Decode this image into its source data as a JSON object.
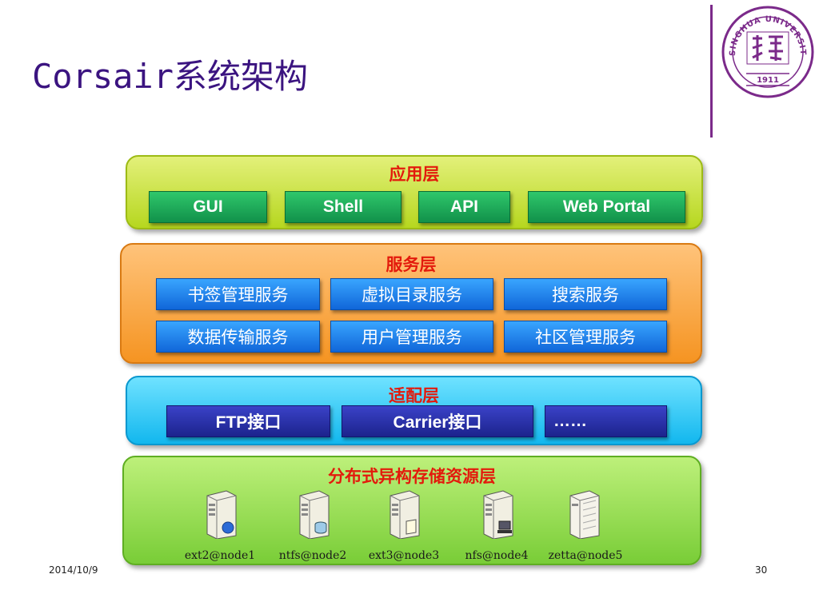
{
  "slide": {
    "title": "Corsair系统架构",
    "date": "2014/10/9",
    "page_number": "30"
  },
  "logo": {
    "text_arc": "TSINGHUA UNIVERSITY",
    "year": "1911",
    "color": "#7b2a8a"
  },
  "layers": {
    "application": {
      "title": "应用层",
      "items": [
        "GUI",
        "Shell",
        "API",
        "Web Portal"
      ]
    },
    "service": {
      "title": "服务层",
      "items": [
        "书签管理服务",
        "虚拟目录服务",
        "搜索服务",
        "数据传输服务",
        "用户管理服务",
        "社区管理服务"
      ]
    },
    "adapter": {
      "title": "适配层",
      "items": [
        "FTP接口",
        "Carrier接口",
        "……"
      ]
    },
    "storage": {
      "title": "分布式异构存储资源层",
      "nodes": [
        "ext2@node1",
        "ntfs@node2",
        "ext3@node3",
        "nfs@node4",
        "zetta@node5"
      ]
    }
  },
  "colors": {
    "title": "#3b1480",
    "layer_title": "#e31a0c",
    "application": "#b6d71f",
    "service": "#f59422",
    "adapter": "#12b7ee",
    "storage": "#79cd37"
  }
}
